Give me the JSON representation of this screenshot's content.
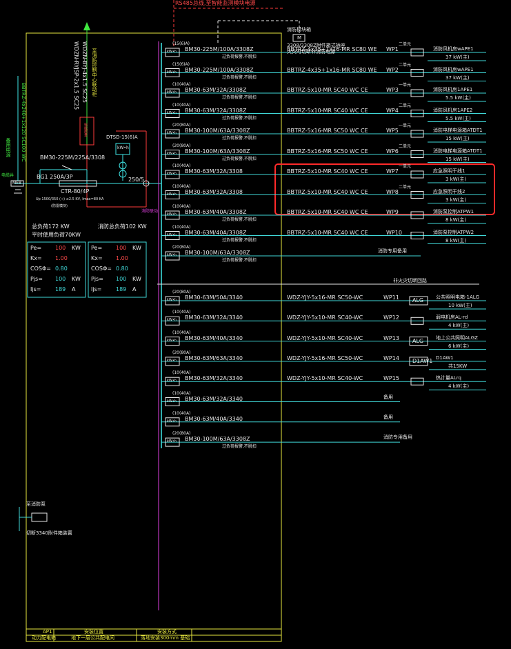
{
  "header": {
    "rs485_note": "RS485总线,至智能监测模块电源",
    "fire_module_label": "消防模块箱",
    "fire_module_letter": "M",
    "fire_module_note1": "3308/3308Z附件箱式插座",
    "fire_module_note2": "火灾时切断非消防电源"
  },
  "incoming": {
    "vertical_cable": "WDZN-BYJ-4x1.5 SC25",
    "vertical_cable2": "WDZN-RYJSP-2x1.5 SC25",
    "vertical_note": "至消防控制中心联动柜",
    "left_cable": "BBTRZ-4x240+1x120 SC100 WC",
    "left_label": "备用电源",
    "left_small": "电缆井",
    "cable_label2": "MEB",
    "main_breaker": "BM30-225M/225A/3308",
    "isolator": "BG1 250A/3P",
    "ats": "CTR-80/4P",
    "ats_params": "Up 1500/350 (⇒) ≤2.5 KV, Imax=80 KA",
    "ct": "250/5",
    "meter": "DTSD-15(6)A",
    "meter_kwh": "kW•h",
    "red_box": "电能质量",
    "fire_mode": "消防联动",
    "small_note": "(防雷模块)"
  },
  "summary": {
    "line1": "总负荷172 KW",
    "line2": "平时使用负荷70KW",
    "line3": "消防总负荷102 KW",
    "table1": [
      {
        "k": "Pe=",
        "v": "100",
        "u": "KW"
      },
      {
        "k": "Kx=",
        "v": "1.00",
        "u": ""
      },
      {
        "k": "COSΦ=",
        "v": "0.80",
        "u": ""
      },
      {
        "k": "Pjs=",
        "v": "100",
        "u": "KW"
      },
      {
        "k": "Ijs=",
        "v": "189",
        "u": "A"
      }
    ],
    "table2": [
      {
        "k": "Pe=",
        "v": "100",
        "u": "KW"
      },
      {
        "k": "Kx=",
        "v": "1.00",
        "u": ""
      },
      {
        "k": "COSΦ=",
        "v": "0.80",
        "u": ""
      },
      {
        "k": "Pjs=",
        "v": "100",
        "u": "KW"
      },
      {
        "k": "Ijs=",
        "v": "189",
        "u": "A"
      }
    ]
  },
  "circuits": [
    {
      "meter": "(15(6)A)",
      "breaker": "BM30-225M/100A/3308Z",
      "note": "过负荷报警,不脱扣",
      "cable": "BBTRZ-4x35+1x16-MR SC80 WE",
      "wp": "WP1",
      "mark": "二单元",
      "device": "消防风机房wAPE1",
      "load": "37 kW(主)"
    },
    {
      "meter": "(15(6)A)",
      "breaker": "BM30-225M/100A/3308Z",
      "note": "过负荷报警,不脱扣",
      "cable": "BBTRZ-4x35+1x16-MR SC80 WE",
      "wp": "WP2",
      "mark": "二单元",
      "device": "消防风机房wAPE1",
      "load": "37 kW(主)"
    },
    {
      "meter": "(10(40A)",
      "breaker": "BM30-63M/32A/3308Z",
      "note": "过负荷报警,不脱扣",
      "cable": "BBTRZ-5x10-MR SC40 WC CE",
      "wp": "WP3",
      "mark": "一单元",
      "device": "消防风机房1APE1",
      "load": "5.5 kW(主)"
    },
    {
      "meter": "(10(40A)",
      "breaker": "BM30-63M/32A/3308Z",
      "note": "过负荷报警,不脱扣",
      "cable": "BBTRZ-5x10-MR SC40 WC CE",
      "wp": "WP4",
      "mark": "二单元",
      "device": "消防风机房1APE2",
      "load": "5.5 kW(主)"
    },
    {
      "meter": "(20(80A)",
      "breaker": "BM30-100M/63A/3308Z",
      "note": "过负荷报警,不脱扣",
      "cable": "BBTRZ-5x16-MR SC50 WC CE",
      "wp": "WP5",
      "mark": "一单元",
      "device": "消防电梯电源箱ATDT1",
      "load": "15 kW(主)"
    },
    {
      "meter": "(20(80A)",
      "breaker": "BM30-100M/63A/3308Z",
      "note": "过负荷报警,不脱扣",
      "cable": "BBTRZ-5x16-MR SC50 WC CE",
      "wp": "WP6",
      "mark": "二单元",
      "device": "消防电梯电源箱ATDT1",
      "load": "15 kW(主)"
    },
    {
      "meter": "(10(40A)",
      "breaker": "BM30-63M/32A/3308",
      "note": "",
      "cable": "BBTRZ-5x10-MR SC40 WC CE",
      "wp": "WP7",
      "mark": "一单元",
      "device": "应急照明干线1",
      "load": "3 kW(主)"
    },
    {
      "meter": "(10(40A)",
      "breaker": "BM30-63M/32A/3308",
      "note": "",
      "cable": "BBTRZ-5x10-MR SC40 WC CE",
      "wp": "WP8",
      "mark": "二单元",
      "device": "应急照明干线2",
      "load": "3 kW(主)"
    },
    {
      "meter": "(10(40A)",
      "breaker": "BM30-63M/40A/3308Z",
      "note": "过负荷报警,不脱扣",
      "cable": "BBTRZ-5x10-MR SC40 WC CE",
      "wp": "WP9",
      "mark": "",
      "device": "消防泵控制ATPW1",
      "load": "8 kW(主)"
    },
    {
      "meter": "(10(40A)",
      "breaker": "BM30-63M/40A/3308Z",
      "note": "过负荷报警,不脱扣",
      "cable": "BBTRZ-5x10-MR SC40 WC CE",
      "wp": "WP10",
      "mark": "",
      "device": "消防泵控制ATPW2",
      "load": "8 kW(主)"
    },
    {
      "meter": "(20(80A)",
      "breaker": "BM30-100M/63A/3308Z",
      "note": "过负荷报警,不脱扣",
      "cable": "",
      "wp": "",
      "mark": "",
      "device": "消防专用备用",
      "load": ""
    }
  ],
  "divider_note": "非火灾切断回路",
  "circuits2": [
    {
      "meter": "(20(80A)",
      "breaker": "BM30-63M/50A/3340",
      "cable": "WDZ-YJY-5x16-MR SC50-WC",
      "wp": "WP11",
      "box": "ALG",
      "device": "公共照明电箱-1ALG",
      "load": "10 kW(主)"
    },
    {
      "meter": "(10(40A)",
      "breaker": "BM30-63M/32A/3340",
      "cable": "WDZ-YJY-5x10-MR SC40-WC",
      "wp": "WP12",
      "box": "",
      "device": "弱电机房AL-rd",
      "load": "4 kW(主)"
    },
    {
      "meter": "(10(40A)",
      "breaker": "BM30-63M/40A/3340",
      "cable": "WDZ-YJY-5x10-MR SC40-WC",
      "wp": "WP13",
      "box": "ALG",
      "device": "地上公共照明ALGZ",
      "load": "6 kW(主)"
    },
    {
      "meter": "(20(80A)",
      "breaker": "BM30-63M/63A/3340",
      "cable": "WDZ-YJY-5x16-MR SC50-WC",
      "wp": "WP14",
      "box": "D1AW1",
      "device": "D1AW1",
      "load": "共15KW"
    },
    {
      "meter": "(10(40A)",
      "breaker": "BM30-63M/32A/3340",
      "cable": "WDZ-YJY-5x10-MR SC40-WC",
      "wp": "WP15",
      "box": "",
      "device": "热计量ALrq",
      "load": "4 kW(主)"
    },
    {
      "meter": "(10(40A)",
      "breaker": "BM30-63M/32A/3340",
      "cable": "",
      "wp": "",
      "box": "",
      "device": "备用",
      "load": ""
    },
    {
      "meter": "(10(40A)",
      "breaker": "BM30-63M/40A/3340",
      "cable": "",
      "wp": "",
      "box": "",
      "device": "备用",
      "load": ""
    },
    {
      "meter": "(20(80A)",
      "breaker": "BM30-100M/63A/3308Z",
      "cable": "",
      "wp": "",
      "box": "",
      "device": "消防专用备用",
      "load": "",
      "note": "过负荷报警,不脱扣"
    }
  ],
  "left_bottom": {
    "label1": "至消防泵",
    "label2": "切断3340附件箱装置"
  },
  "footer": {
    "c1_h": "AP1",
    "c1_v": "动力配电箱",
    "c2_h": "安装位置",
    "c2_v": "地下一层公共配电间",
    "c3_h": "安装方式",
    "c3_v": "落地安装300mm 基础"
  }
}
